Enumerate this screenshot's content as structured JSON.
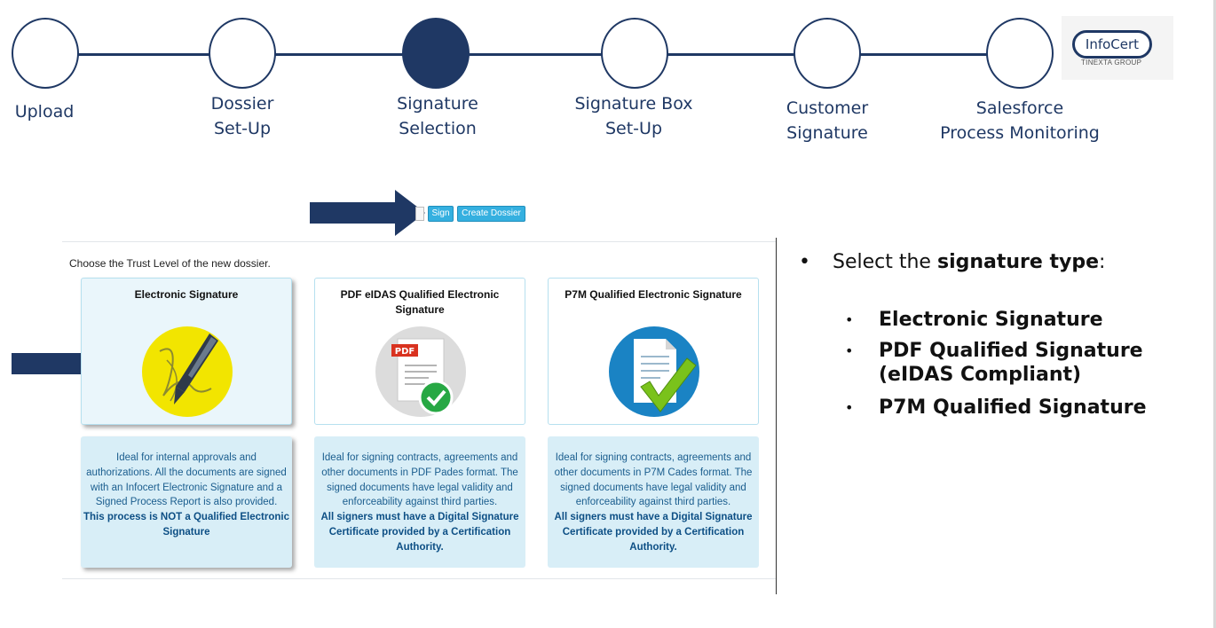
{
  "stepper": {
    "steps": [
      {
        "line1": "Upload",
        "line2": ""
      },
      {
        "line1": "Dossier",
        "line2": "Set-Up"
      },
      {
        "line1": "Signature",
        "line2": "Selection"
      },
      {
        "line1": "Signature Box",
        "line2": "Set-Up"
      },
      {
        "line1": "Customer",
        "line2": "Signature"
      },
      {
        "line1": "Salesforce",
        "line2": "Process Monitoring"
      }
    ],
    "active_step": 3
  },
  "logo": {
    "name": "InfoCert",
    "sub": "TINEXTA GROUP"
  },
  "toolbar": {
    "sign_label": "Sign",
    "create_dossier_label": "Create Dossier"
  },
  "panel": {
    "title": "Choose the Trust Level of the new dossier.",
    "cards": [
      {
        "title": "Electronic Signature",
        "icon": "pen-signature-icon",
        "desc": "Ideal for internal approvals and authorizations. All the documents are signed with an Infocert Electronic Signature and a Signed Process Report is also provided.",
        "desc_bold": "This process is NOT a Qualified Electronic Signature"
      },
      {
        "title": "PDF eIDAS Qualified Electronic Signature",
        "icon": "pdf-document-check-icon",
        "desc": "Ideal for signing contracts, agreements and other documents in PDF Pades format. The signed documents have legal validity and enforceability against third parties.",
        "desc_bold": "All signers must have a Digital Signature Certificate provided by a Certification Authority."
      },
      {
        "title": "P7M Qualified Electronic Signature",
        "icon": "document-checkmark-icon",
        "desc": "Ideal for signing contracts, agreements and other documents in P7M Cades format. The signed documents have legal validity and enforceability against third parties.",
        "desc_bold": "All signers must have a Digital Signature Certificate provided by a Certification Authority."
      }
    ]
  },
  "notes": {
    "bullet_char": "•",
    "intro_prefix": "Select the ",
    "intro_bold": "signature type",
    "intro_suffix": ":",
    "items": [
      "Electronic Signature",
      "PDF Qualified Signature",
      "(eIDAS Compliant)",
      "P7M Qualified Signature"
    ]
  },
  "colors": {
    "navy": "#1f3864",
    "accent": "#35b0e0",
    "desc_bg": "#d8eef7",
    "desc_text": "#1a5d8e"
  }
}
